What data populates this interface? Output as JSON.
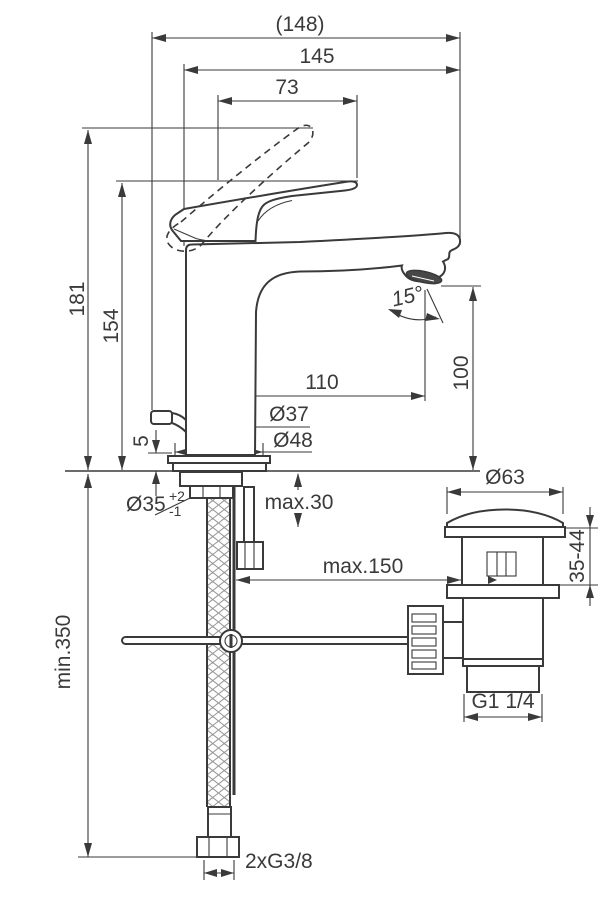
{
  "drawing": {
    "type": "technical-dimension-drawing",
    "subject": "single-lever basin mixer with flexible hoses and pop-up waste, side elevation",
    "line_color": "#3a3a3a",
    "background": "#ffffff",
    "dimensions": {
      "overall_projection": "(148)",
      "spout_projection_overall": "145",
      "handle_projection": "73",
      "height_handle_raised": "181",
      "height_handle_lowered": "154",
      "spray_angle": "15°",
      "spout_reach": "110",
      "outlet_height": "100",
      "body_diameter": "Ø37",
      "base_diameter": "Ø48",
      "base_height": "5",
      "hole_diameter": "Ø35",
      "hole_tolerance_plus": "+2",
      "hole_tolerance_minus": "-1",
      "deck_thickness": "max.30",
      "waste_cap_diameter": "Ø63",
      "waste_height_range": "35-44",
      "rod_length": "max.150",
      "hose_length": "min.350",
      "waste_thread": "G1 1/4",
      "hose_threads": "2xG3/8"
    }
  }
}
